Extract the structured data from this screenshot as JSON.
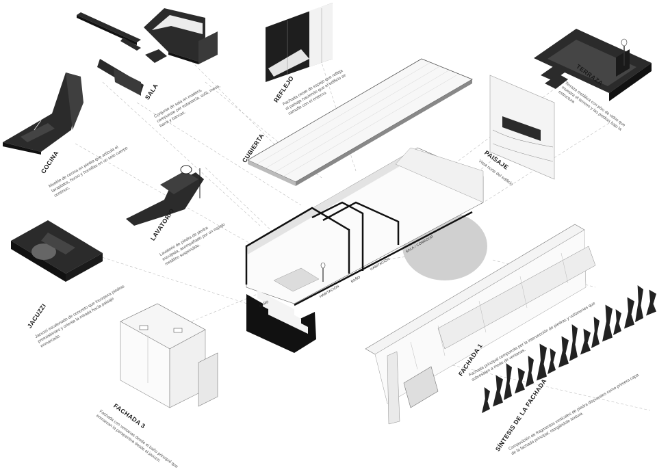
{
  "labels": {
    "sala": {
      "title": "SALA",
      "desc": "Conjunto de sala en madera, compuesto por estantería, sofá, mesa, barra y bancas."
    },
    "reflejo": {
      "title": "REFLEJO",
      "desc": "Fachada oeste de espejo que refleja el paisaje haciendo que el edificio se camufle con el entorno."
    },
    "cubierta": {
      "title": "CUBIERTA"
    },
    "terraza": {
      "title": "TERRAZA",
      "desc": "Terraza metálica con piso de vidrio que muestra el terreno y las piedras bajo la estructura"
    },
    "paisaje": {
      "title": "PAISAJE",
      "desc": "Vista norte del edificio"
    },
    "cocina": {
      "title": "COCINA",
      "desc": "Mueble de cocina en piedra que articula el lavaplatos, horno y hornillas en un solo cuerpo continuo."
    },
    "lavatorio": {
      "title": "LAVATORIO",
      "desc": "Lavatorio de piedra de piedra esculpida, acompañado por un espejo metálico suspendido."
    },
    "jacuzzi": {
      "title": "JACUZZI",
      "desc": "Jacuzzi escalonado de concreto que incorpora piedras preexistentes y orienta la mirada hacia paisaje enmarcado."
    },
    "fachada1": {
      "title": "FACHADA 1",
      "desc": "Fachada principal compuesta por la intersección de piedras y volúmenes que sobresalen a modo de ventanas."
    },
    "fachada3": {
      "title": "FACHADA 3",
      "desc": "Fachada con ventanas desde el baño principal que enmarcan la perspectiva desde el jacuzzi."
    },
    "sintesis": {
      "title": "SÍNTESIS DE LA FACHADA",
      "desc": "Composición de fragmentos verticales de piedra dispuestos como primera capa de la fachada principal, otorgándole textura."
    }
  },
  "rooms": {
    "bano": "BAÑO",
    "habitacion1": "HABITACIÓN",
    "bano2": "BAÑO",
    "habitacion2": "HABITACIÓN",
    "sala_comedor": "SALA / COMEDOR"
  },
  "colors": {
    "ink": "#1a1a1a",
    "solid": "#2b2b2b",
    "line": "#777777",
    "guide": "#bbbbbb",
    "rock": "#cfcfcf",
    "panel": "#f3f3f3"
  }
}
